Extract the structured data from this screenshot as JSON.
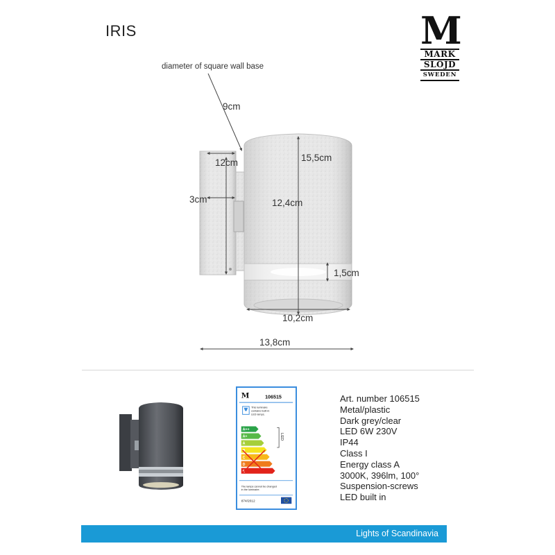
{
  "header": {
    "product_name": "IRIS",
    "brand": {
      "m": "M",
      "line1": "MARK",
      "line2": "SLÖJD",
      "line3": "SWEDEN"
    }
  },
  "dimensions": {
    "wall_base_note": "diameter of square wall base",
    "base_diameter": "9cm",
    "base_height": "12cm",
    "total_height": "15,5cm",
    "base_depth": "3cm",
    "body_height": "12,4cm",
    "ring_height": "1,5cm",
    "body_diameter": "10,2cm",
    "total_depth": "13,8cm"
  },
  "energy_label": {
    "article": "106515",
    "luminaire_note_1": "This luminaire",
    "luminaire_note_2": "contains built-in",
    "luminaire_note_3": "LED lamps.",
    "classes": [
      "A++",
      "A+",
      "A",
      "B",
      "C",
      "D",
      "E"
    ],
    "led": "LED",
    "lamp_note_1": "The lamps cannot be changed",
    "lamp_note_2": "in the luminaire.",
    "regulation": "874/2012",
    "colors": {
      "border": "#3a8dde",
      "a2": "#2aa348",
      "a1": "#57b947",
      "a": "#a6cf3a",
      "b": "#f4e41f",
      "c": "#f8b81b",
      "d": "#ef7b1c",
      "e": "#e2231a"
    }
  },
  "specs": [
    "Art. number 106515",
    "Metal/plastic",
    "Dark grey/clear",
    "LED 6W 230V",
    "IP44",
    "Class I",
    "Energy class A",
    "3000K, 396lm, 100°",
    "Suspension-screws",
    "LED built in"
  ],
  "footer": {
    "tagline": "Lights of Scandinavia",
    "color": "#1a9ad6"
  }
}
